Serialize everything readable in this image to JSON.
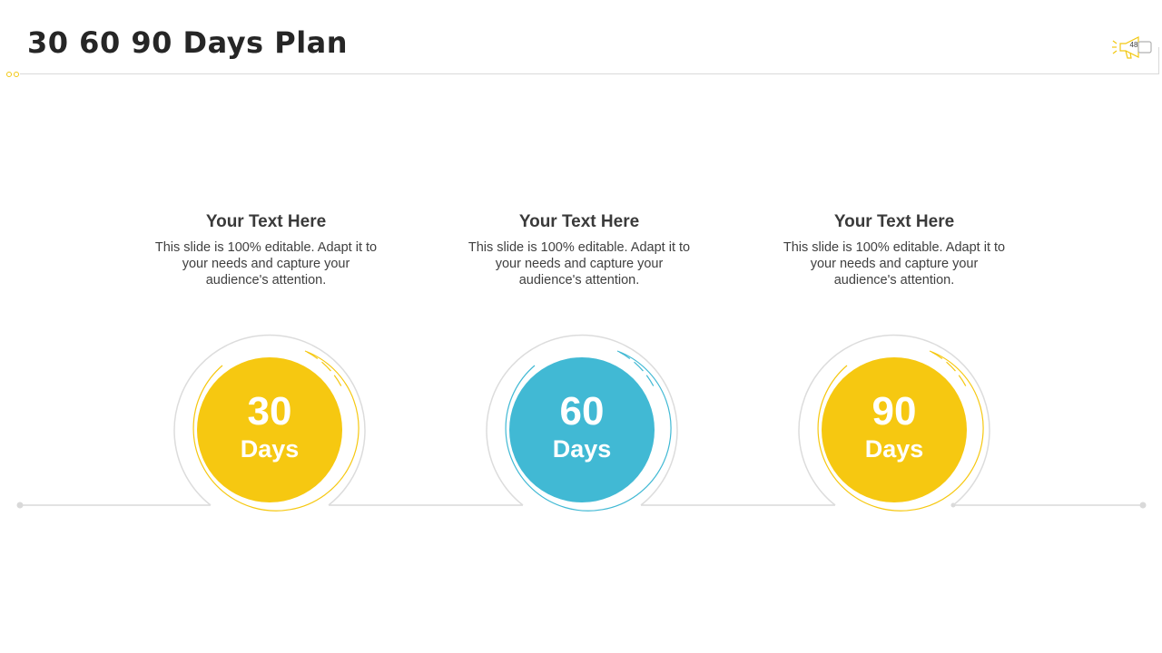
{
  "header": {
    "title": "30 60 90 Days Plan",
    "slide_number": "48",
    "badge_icon": "megaphone-icon"
  },
  "colors": {
    "yellow": "#F6C811",
    "blue": "#41B9D4",
    "line": "#D9D9D9",
    "text": "#404040"
  },
  "stages": [
    {
      "heading": "Your Text Here",
      "body": "This slide is 100% editable. Adapt it to your needs and capture your audience's attention.",
      "number": "30",
      "unit": "Days",
      "color": "#F6C811"
    },
    {
      "heading": "Your Text Here",
      "body": "This slide is 100% editable. Adapt it to your needs and capture your audience's attention.",
      "number": "60",
      "unit": "Days",
      "color": "#41B9D4"
    },
    {
      "heading": "Your Text Here",
      "body": "This slide is 100% editable. Adapt it to your needs and capture your audience's attention.",
      "number": "90",
      "unit": "Days",
      "color": "#F6C811"
    }
  ]
}
